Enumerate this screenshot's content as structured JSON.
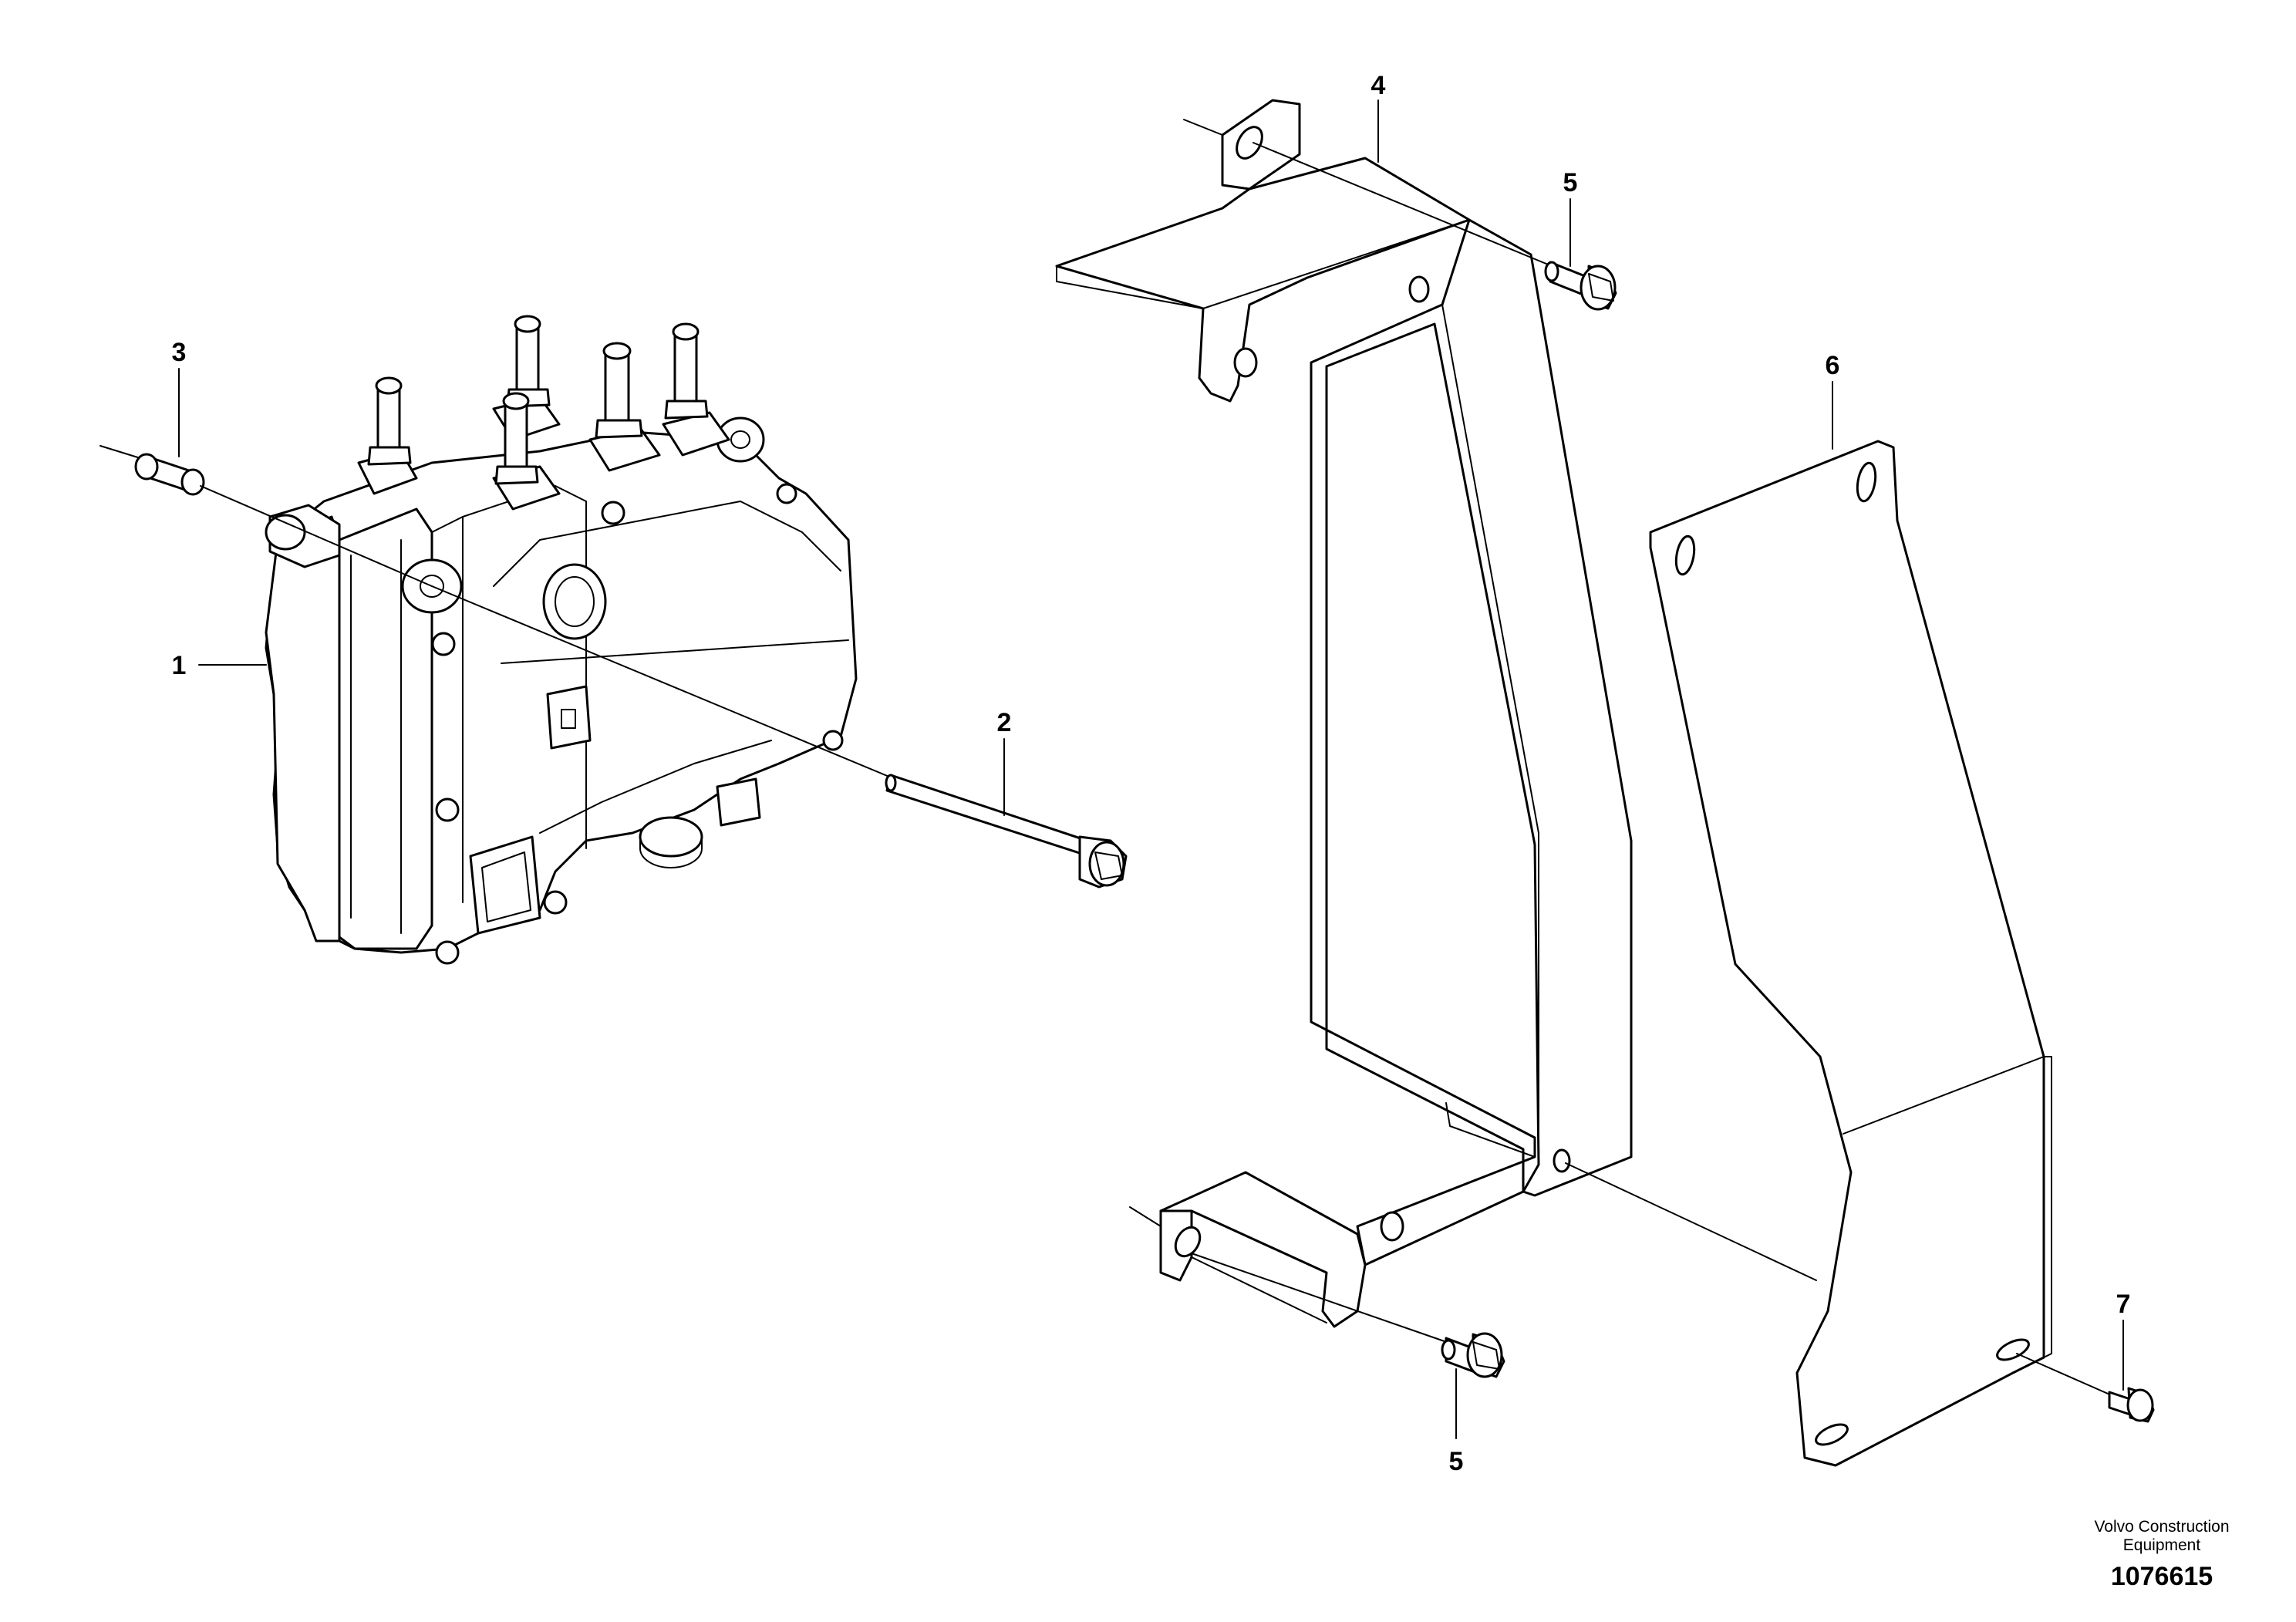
{
  "callouts": {
    "c1": "1",
    "c2": "2",
    "c3": "3",
    "c4": "4",
    "c5_top": "5",
    "c5_bottom": "5",
    "c6": "6",
    "c7": "7"
  },
  "footer": {
    "brand_line1": "Volvo Construction",
    "brand_line2": "Equipment",
    "doc_number": "1076615"
  }
}
